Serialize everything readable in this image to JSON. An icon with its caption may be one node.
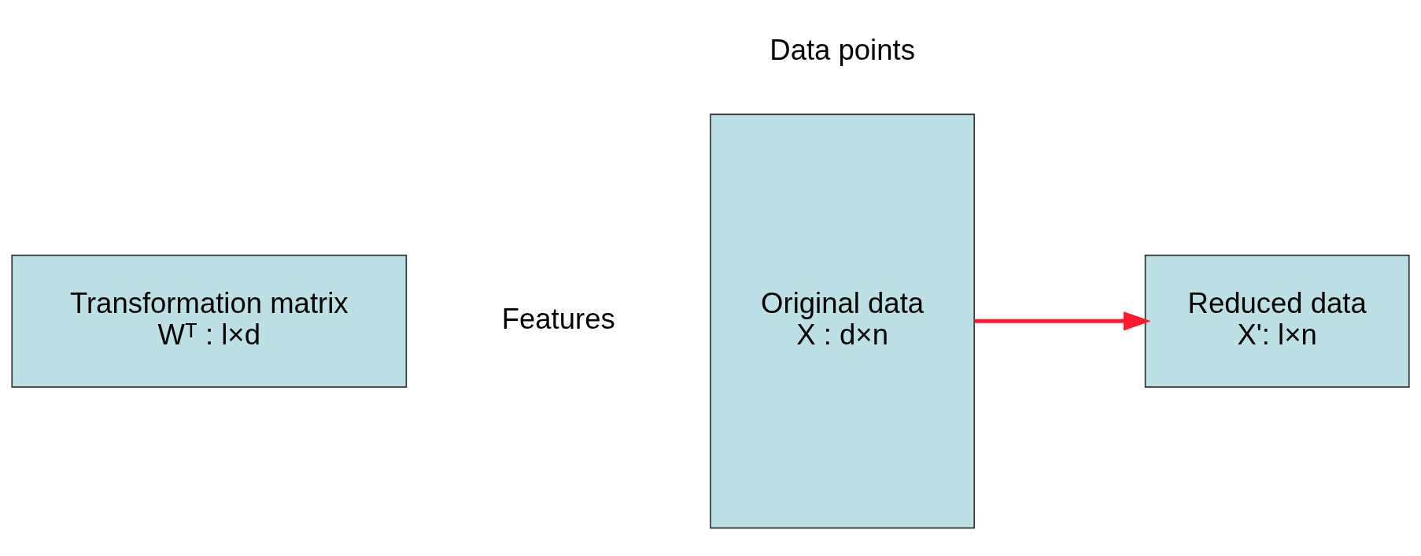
{
  "diagram": {
    "nodes": [
      {
        "text": [
          "Transformation matrix",
          "Wᵀ : l×d"
        ]
      },
      {
        "text": [
          "Original data",
          "X : d×n"
        ]
      },
      {
        "text": [
          "Reduced data",
          "X': l×n"
        ]
      }
    ],
    "edges": [
      {
        "from": 1,
        "to": 2,
        "arrow": "to",
        "color": "#ff1a2e"
      }
    ],
    "labels": [
      "Data points",
      "Features"
    ]
  }
}
